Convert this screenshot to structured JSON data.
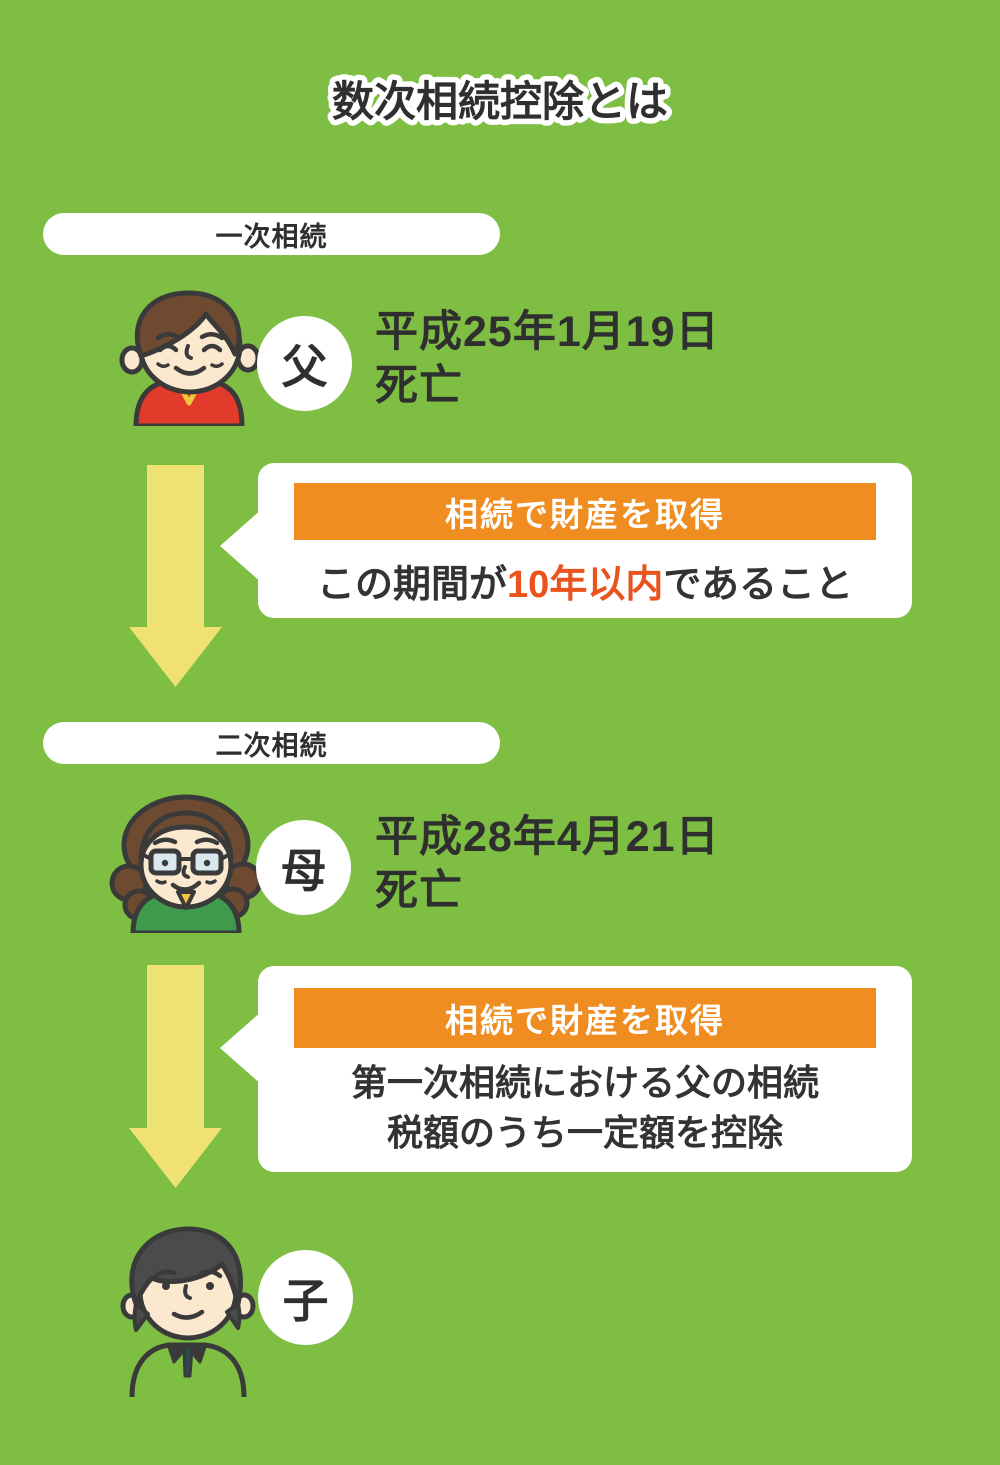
{
  "title": "数次相続控除とは",
  "colors": {
    "background_green": "#7dbe43",
    "arrow_yellow": "#f0e173",
    "banner_orange": "#ef8d21",
    "highlight_orange": "#e9531e",
    "text_dark": "#2f2f2f"
  },
  "section1": {
    "label": "一次相続",
    "person": "父",
    "death_line1": "平成25年1月19日",
    "death_line2": "死亡",
    "bubble": {
      "header": "相続で財産を取得",
      "body_prefix": "この期間が",
      "body_highlight": "10年以内",
      "body_suffix": "であること"
    }
  },
  "section2": {
    "label": "二次相続",
    "person": "母",
    "death_line1": "平成28年4月21日",
    "death_line2": "死亡",
    "bubble": {
      "header": "相続で財産を取得",
      "body_line1": "第一次相続における父の相続",
      "body_line2": "税額のうち一定額を控除"
    }
  },
  "result": {
    "person": "子"
  }
}
